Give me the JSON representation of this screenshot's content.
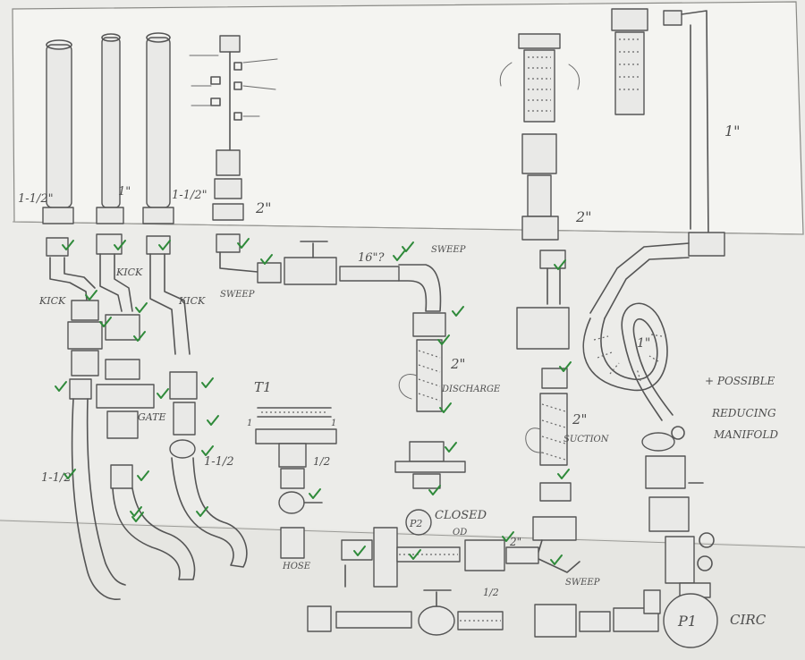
{
  "colors": {
    "paper": "#f2f2ef",
    "background": "#d9d9d6",
    "pencil": "#555555",
    "check_mark": "#2f8a3a"
  },
  "labels": {
    "hose_1_size": "1-1/2\"",
    "hose_2_size": "1\"",
    "hose_3_size": "1-1/2\"",
    "tee_pipe_size": "2\"",
    "right_pipe_size": "2\"",
    "top_right_loop_size": "1\"",
    "kick_1": "KICK",
    "kick_2": "KICK",
    "kick_3": "KICK",
    "gate": "GATE",
    "sweep_left": "SWEEP",
    "sweep_mid": "SWEEP",
    "sweep_bottom": "SWEEP",
    "pipe_length": "16\"?",
    "discharge_size": "2\"",
    "discharge": "DISCHARGE",
    "suction_size": "2\"",
    "suction": "SUCTION",
    "hose_coil_size": "1\"",
    "t1": "T1",
    "t1_nipple_size": "1/2",
    "t1_left_mark": "1",
    "t1_right_mark": "1",
    "left_lower_size": "1-1/2",
    "mid_lower_size": "1-1/2",
    "hose_label": "HOSE",
    "p2": "P2",
    "p2_note": "CLOSED",
    "p2_note_2": "OD",
    "two_inch_bottom": "2\"",
    "half_inch_bottom": "1/2",
    "p1": "P1",
    "circ": "CIRC",
    "note_line_1": "+ POSSIBLE",
    "note_line_2": "REDUCING",
    "note_line_3": "MANIFOLD"
  }
}
